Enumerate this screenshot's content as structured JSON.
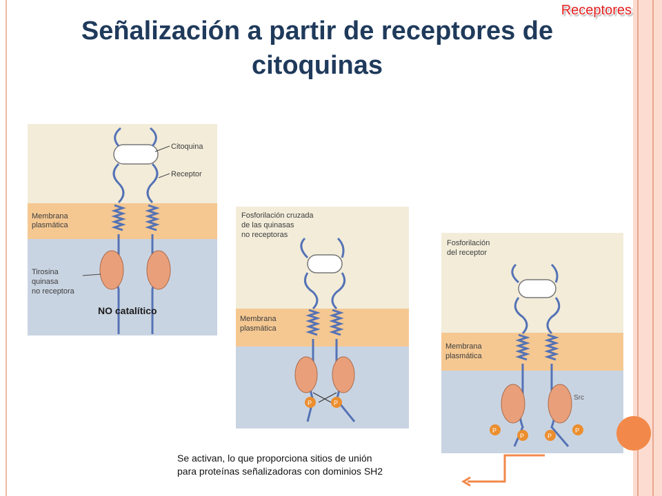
{
  "slide": {
    "section_tag": "Receptores",
    "title": "Señalización a partir de receptores de citoquinas",
    "note_label": "NO catalítico",
    "caption_line1": "Se activan, lo que proporciona sitios de unión",
    "caption_line2": "para proteínas señalizadoras con dominios SH2"
  },
  "panel1": {
    "label_cytokine": "Citoquina",
    "label_receptor": "Receptor",
    "label_membrane_1": "Membrana",
    "label_membrane_2": "plasmática",
    "label_kinase_1": "Tirosina",
    "label_kinase_2": "quinasa",
    "label_kinase_3": "no receptora"
  },
  "panel2": {
    "label_1": "Fosforilación cruzada",
    "label_2": "de las quinasas",
    "label_3": "no receptoras",
    "label_membrane_1": "Membrana",
    "label_membrane_2": "plasmática",
    "phospho": "P"
  },
  "panel3": {
    "label_1": "Fosforilación",
    "label_2": "del receptor",
    "label_membrane_1": "Membrana",
    "label_membrane_2": "plasmática",
    "phospho": "P",
    "handwritten": "Src"
  },
  "colors": {
    "title": "#1f3a5b",
    "tag": "#e41e1e",
    "membrane": "#f5c892",
    "cytoplasm": "#c9d4e2",
    "extracellular": "#f2ecd9",
    "kinase": "#e9a07a",
    "receptor_line": "#5472b5",
    "phospho": "#eb8e2e",
    "accent": "#f2894a"
  }
}
